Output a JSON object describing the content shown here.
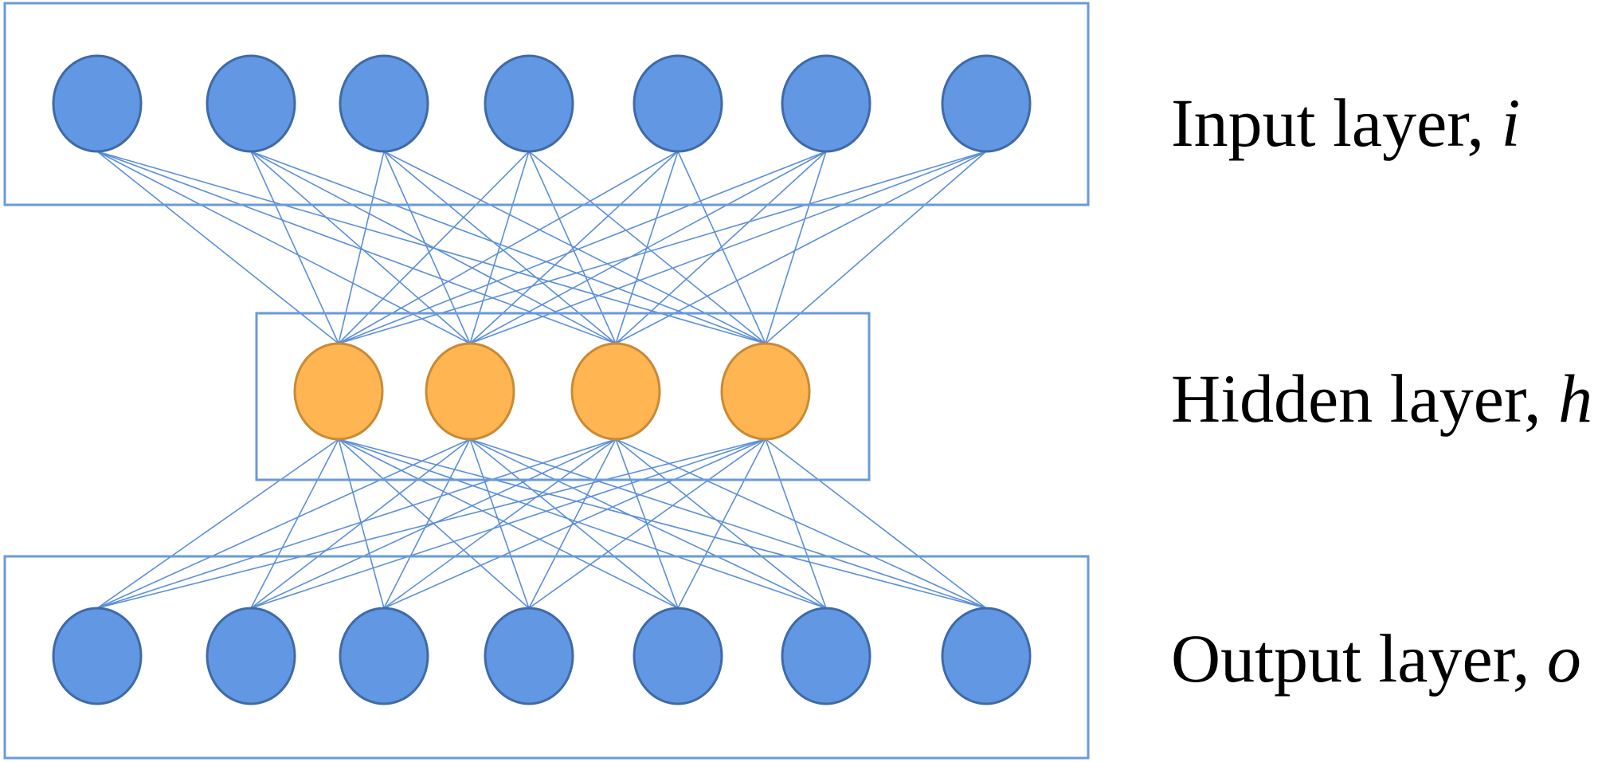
{
  "colors": {
    "frame": "#6a9ad8",
    "edge": "#5b8fd9",
    "io_fill": "#6197e3",
    "io_stroke": "#3f6aa6",
    "hidden_fill": "#ffb552",
    "hidden_stroke": "#c98a35"
  },
  "layers": {
    "input": {
      "label": "Input layer, ",
      "var": "i",
      "nodes": 7
    },
    "hidden": {
      "label": "Hidden layer, ",
      "var": "h",
      "nodes": 4
    },
    "output": {
      "label": "Output layer, ",
      "var": "o",
      "nodes": 7
    }
  }
}
